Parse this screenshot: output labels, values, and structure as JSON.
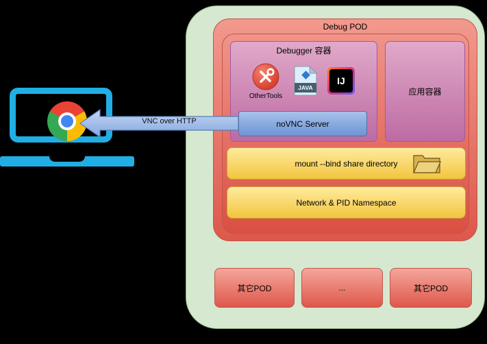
{
  "colors": {
    "node_fill_green": "#d6e8d0",
    "pod_red": "#dd584b",
    "container_purple": "#bd6ba3",
    "highlight_yellow": "#f2c53e",
    "novnc_blue": "#7b9fdc",
    "laptop_cyan": "#21aee5",
    "arrow_blue": "#9cb8e8",
    "background": "#000000"
  },
  "debug_pod": {
    "title": "Debug POD",
    "debugger_container": {
      "title": "Debugger 容器",
      "other_tools_label": "OtherTools",
      "java_icon_text": "JAVA",
      "intellij_icon_text": "IJ",
      "novnc_server_label": "noVNC Server"
    },
    "app_container_label": "应用容器",
    "mount_bar_label": "mount --bind share directory",
    "namespace_bar_label": "Network & PID Namespace"
  },
  "other_pods": [
    {
      "label": "其它POD"
    },
    {
      "label": "..."
    },
    {
      "label": "其它POD"
    }
  ],
  "connection": {
    "label": "VNC over HTTP"
  }
}
